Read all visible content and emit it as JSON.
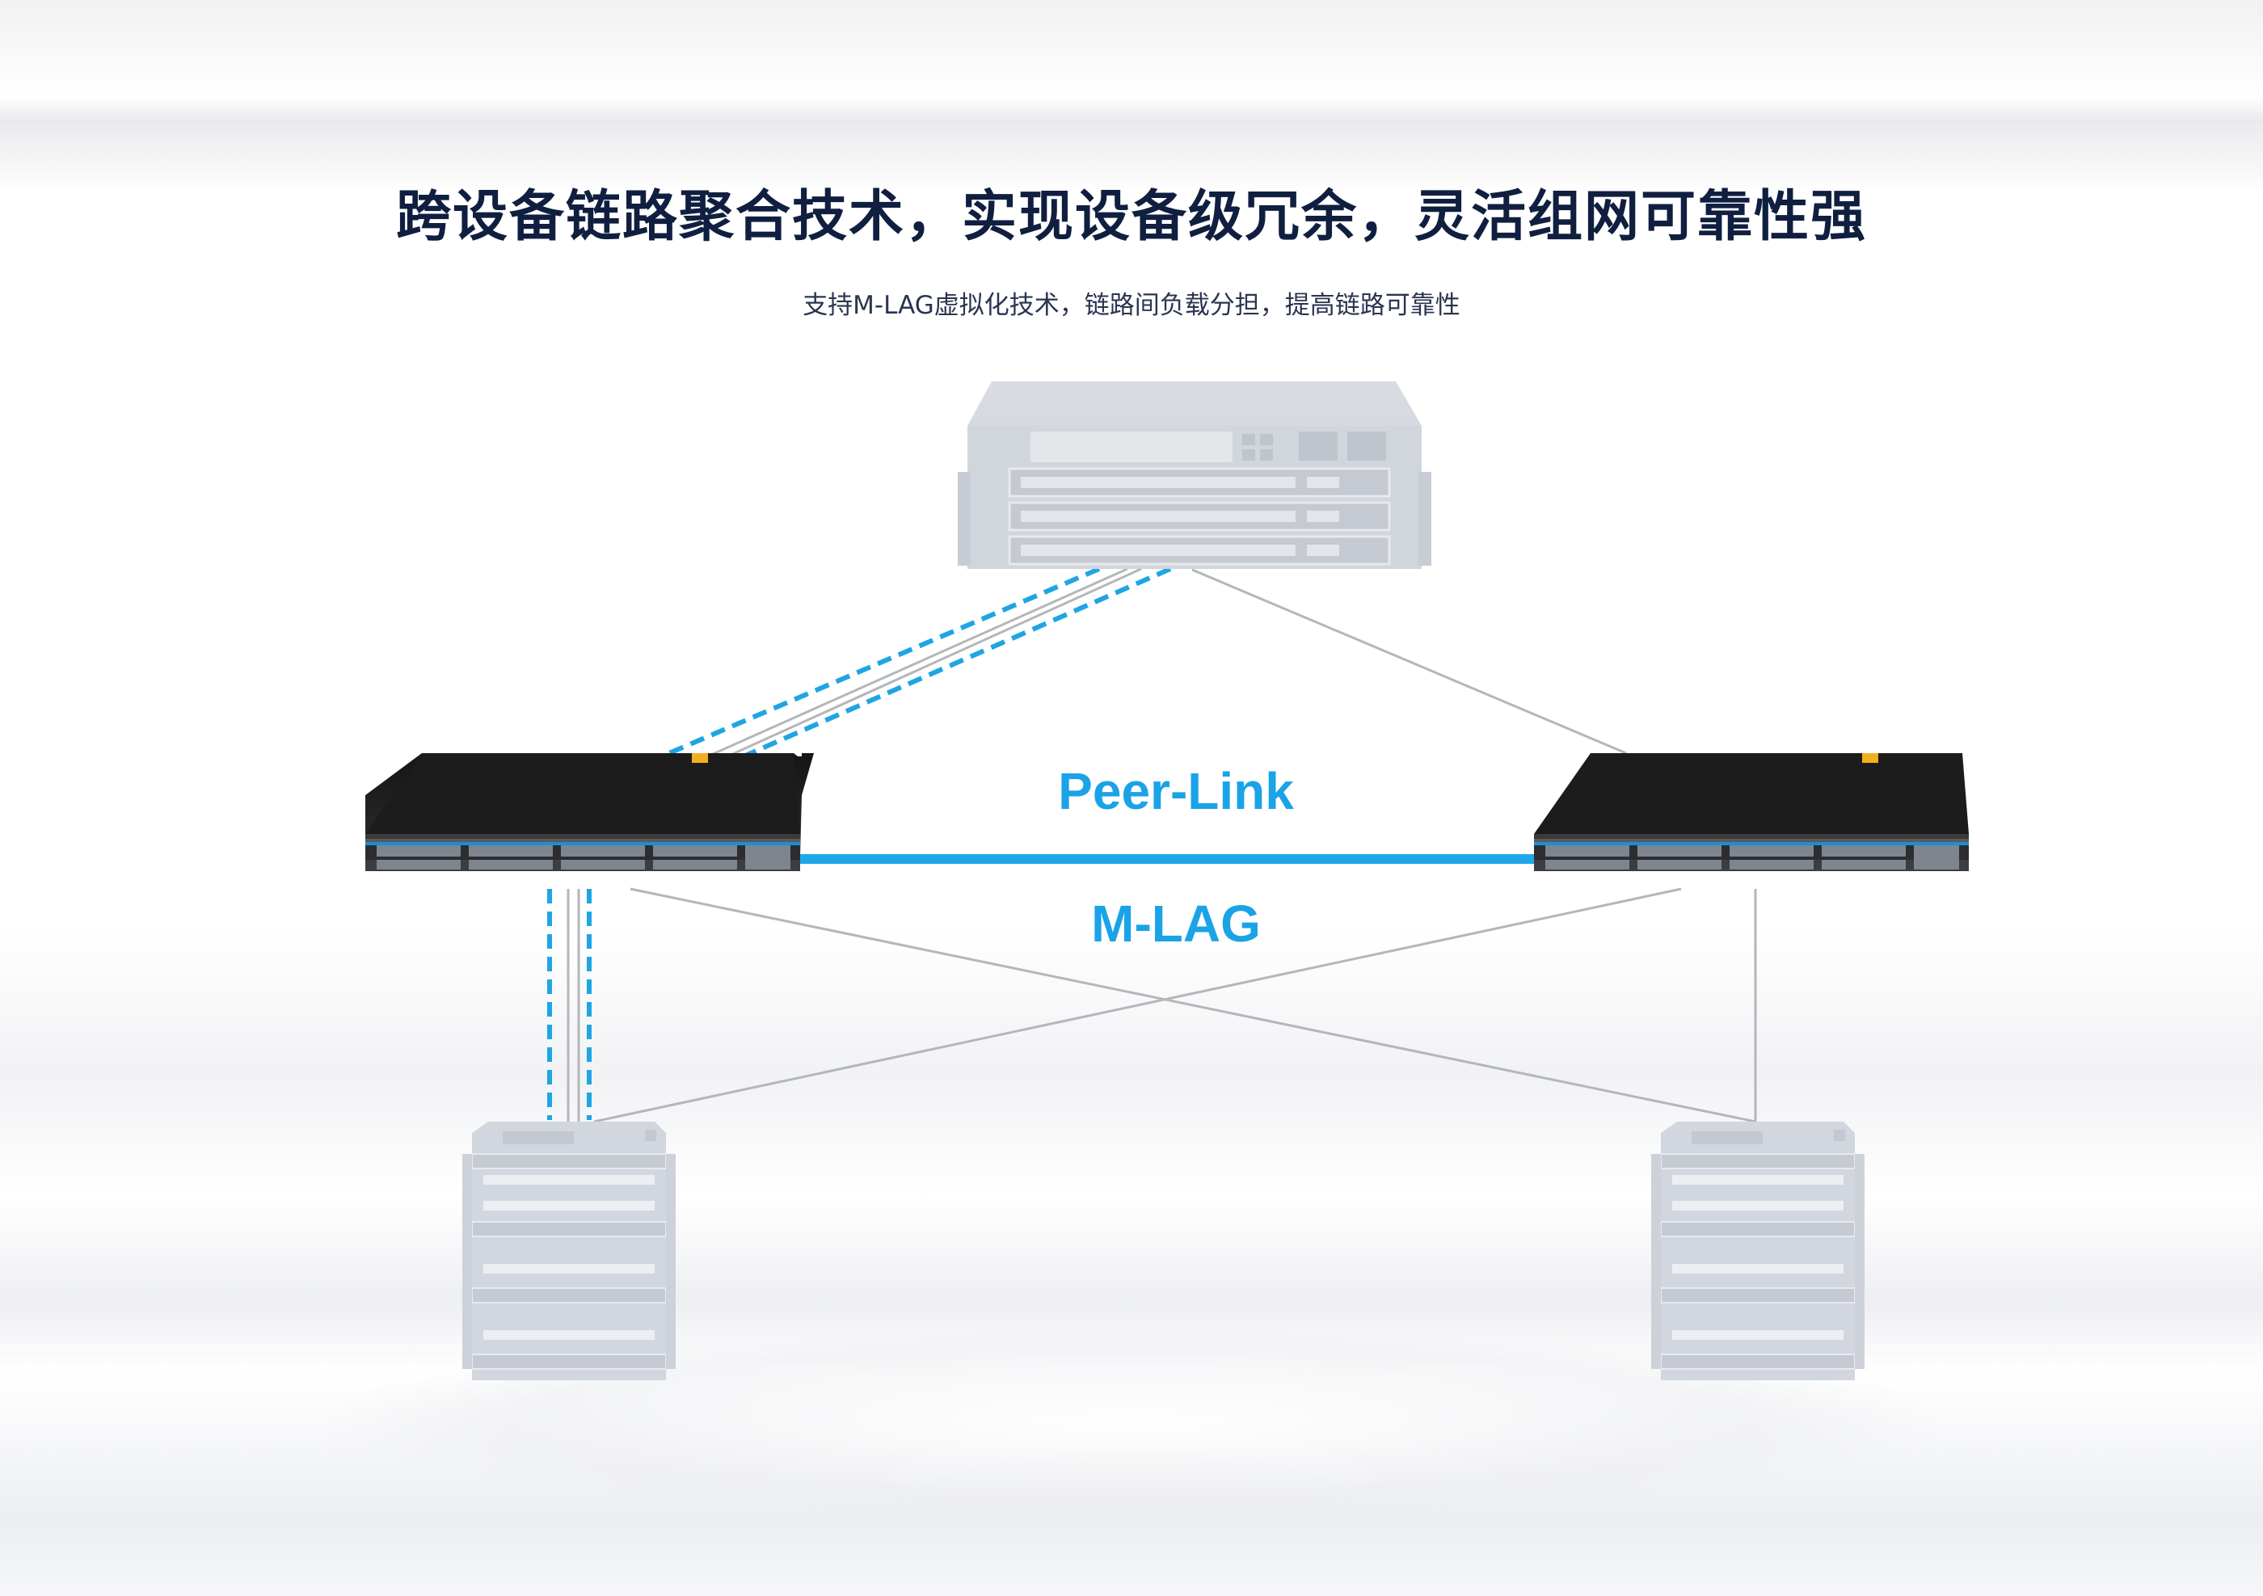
{
  "title": "跨设备链路聚合技术，实现设备级冗余，灵活组网可靠性强",
  "subtitle": "支持M-LAG虚拟化技术，链路间负载分担，提高链路可靠性",
  "diagram": {
    "peer_link_label": "Peer-Link",
    "mlag_label": "M-LAG",
    "nodes": [
      {
        "id": "top-switch",
        "kind": "chassis switch",
        "style": "faded"
      },
      {
        "id": "left-switch",
        "kind": "access switch",
        "style": "dark"
      },
      {
        "id": "right-switch",
        "kind": "access switch",
        "style": "dark"
      },
      {
        "id": "bottom-left-server",
        "kind": "server rack",
        "style": "faded"
      },
      {
        "id": "bottom-right-server",
        "kind": "server rack",
        "style": "faded"
      }
    ],
    "links": [
      {
        "from": "top-switch",
        "to": "left-switch",
        "type": "dual-homed bundle (dashed)"
      },
      {
        "from": "top-switch",
        "to": "right-switch",
        "type": "single"
      },
      {
        "from": "left-switch",
        "to": "right-switch",
        "type": "peer-link"
      },
      {
        "from": "left-switch",
        "to": "bottom-left-server",
        "type": "dual-homed bundle (dashed)"
      },
      {
        "from": "left-switch",
        "to": "bottom-right-server",
        "type": "single"
      },
      {
        "from": "right-switch",
        "to": "bottom-left-server",
        "type": "single"
      },
      {
        "from": "right-switch",
        "to": "bottom-right-server",
        "type": "single"
      }
    ]
  },
  "colors": {
    "title": "#101f40",
    "accent": "#1aa3e6",
    "link": "#b4b6ba",
    "faded_device": "#d3d7df",
    "switch_body": "#1a1a1a"
  }
}
